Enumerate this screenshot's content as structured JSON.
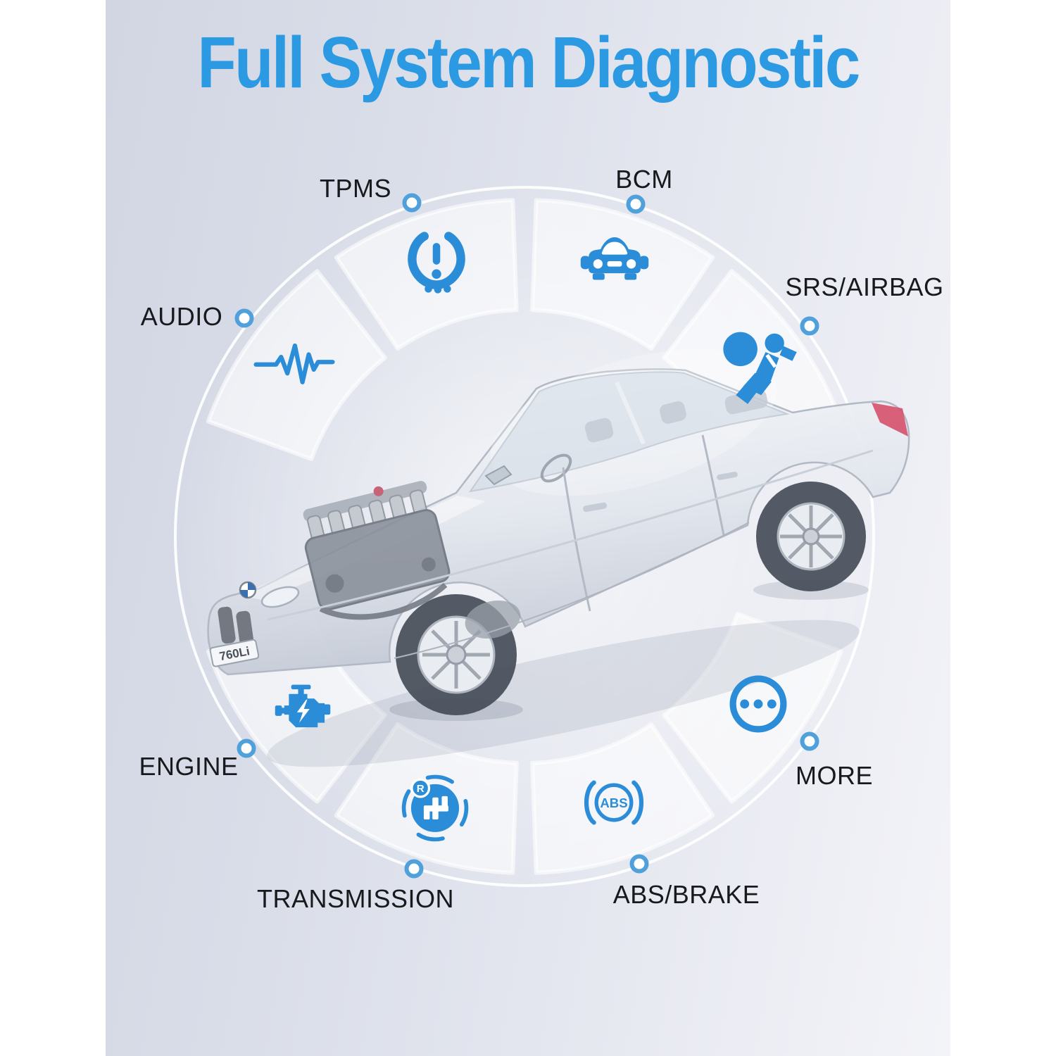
{
  "title": "Full System Diagnostic",
  "colors": {
    "accent_blue": "#2B8CD8",
    "title_blue": "#2B9AE3",
    "label_dark": "#18191C"
  },
  "car": {
    "plate": "760Li"
  },
  "icon_texts": {
    "abs": "ABS",
    "transmission_badge": "R"
  },
  "systems": [
    {
      "id": "tpms",
      "label": "TPMS",
      "icon": "tpms-icon"
    },
    {
      "id": "bcm",
      "label": "BCM",
      "icon": "car-front-icon"
    },
    {
      "id": "srs",
      "label": "SRS/AIRBAG",
      "icon": "airbag-icon"
    },
    {
      "id": "more",
      "label": "MORE",
      "icon": "more-dots-icon"
    },
    {
      "id": "abs",
      "label": "ABS/BRAKE",
      "icon": "abs-icon"
    },
    {
      "id": "transmission",
      "label": "TRANSMISSION",
      "icon": "gearbox-icon"
    },
    {
      "id": "engine",
      "label": "ENGINE",
      "icon": "engine-icon"
    },
    {
      "id": "audio",
      "label": "AUDIO",
      "icon": "audio-waveform-icon"
    }
  ]
}
